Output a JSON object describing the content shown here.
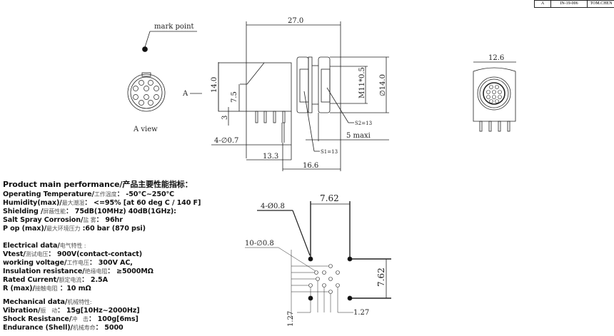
{
  "title_block": {
    "rev": "A",
    "doc_no": "IN-19-006",
    "author": "TOM.CHEN"
  },
  "drawing": {
    "mark_point": "mark point",
    "a_view": "A view",
    "a_arrow": "A",
    "dims": {
      "length_27": "27.0",
      "height_14": "14.0",
      "height_7_5": "7.5",
      "pin_3": "3",
      "pin_dia": "4-∅0.7",
      "d_13_3": "13.3",
      "d_16_6": "16.6",
      "maxi": "5 maxi",
      "s1": "S1=13",
      "s2": "S2=13",
      "thread": "M11*0.5",
      "dia_14": "∅14.0",
      "front_width": "12.6"
    },
    "footprint": {
      "big_holes": "4-Ø0.8",
      "small_holes": "10-∅0.8",
      "pitch_x": "7.62",
      "pitch_y": "7.62",
      "pitch_a": "1.27",
      "pitch_b": "1.27"
    }
  },
  "specs": {
    "heading": {
      "en": "Product main performance/",
      "cn": "产品主要性能指标："
    },
    "performance": [
      {
        "en": "Operating Temperature/",
        "cn": "工作温度",
        "val": "： -50℃~250℃"
      },
      {
        "en": "Humidity(max)/",
        "cn": "最大潮湿",
        "val": "： <=95% [at 60 deg C / 140 F]"
      },
      {
        "en": "Shielding /",
        "cn": "屏蔽性能",
        "val": "： 75dB(10MHz)  40dB(1GHz):"
      },
      {
        "en": "Salt Spray Corrosion/",
        "cn": "盐 雾",
        "val": "： 96hr"
      },
      {
        "en": "P op (max)/",
        "cn": "最大环境压力",
        "val": " :60 bar (870 psi)"
      }
    ],
    "electrical_heading": {
      "en": "Electrical data/",
      "cn": "电气特性 :"
    },
    "electrical": [
      {
        "en": "Vtest/",
        "cn": "测试电压",
        "val": "： 900V(contact-contact)"
      },
      {
        "en": "working voltage/",
        "cn": "工作电压",
        "val": "：  300V AC,"
      },
      {
        "en": "Insulation resistance/",
        "cn": "绝缘电阻",
        "val": "：    ≥5000MΩ"
      },
      {
        "en": "Rated Current/",
        "cn": "额定电流",
        "val": "： 2.5A"
      },
      {
        "en": "R (max)/",
        "cn": "接触电阻",
        "val": " ：10 mΩ"
      }
    ],
    "mechanical_heading": {
      "en": "Mechanical data/",
      "cn": "机械特性:"
    },
    "mechanical": [
      {
        "en": "Vibration/",
        "cn": "振　动",
        "val": "： 15g[10Hz~2000Hz]"
      },
      {
        "en": "Shock Resistance/",
        "cn": "冲　击",
        "val": "： 100g[6ms]"
      },
      {
        "en": "Endurance (Shell)/",
        "cn": "机械寿命",
        "val": "： 5000"
      }
    ]
  }
}
